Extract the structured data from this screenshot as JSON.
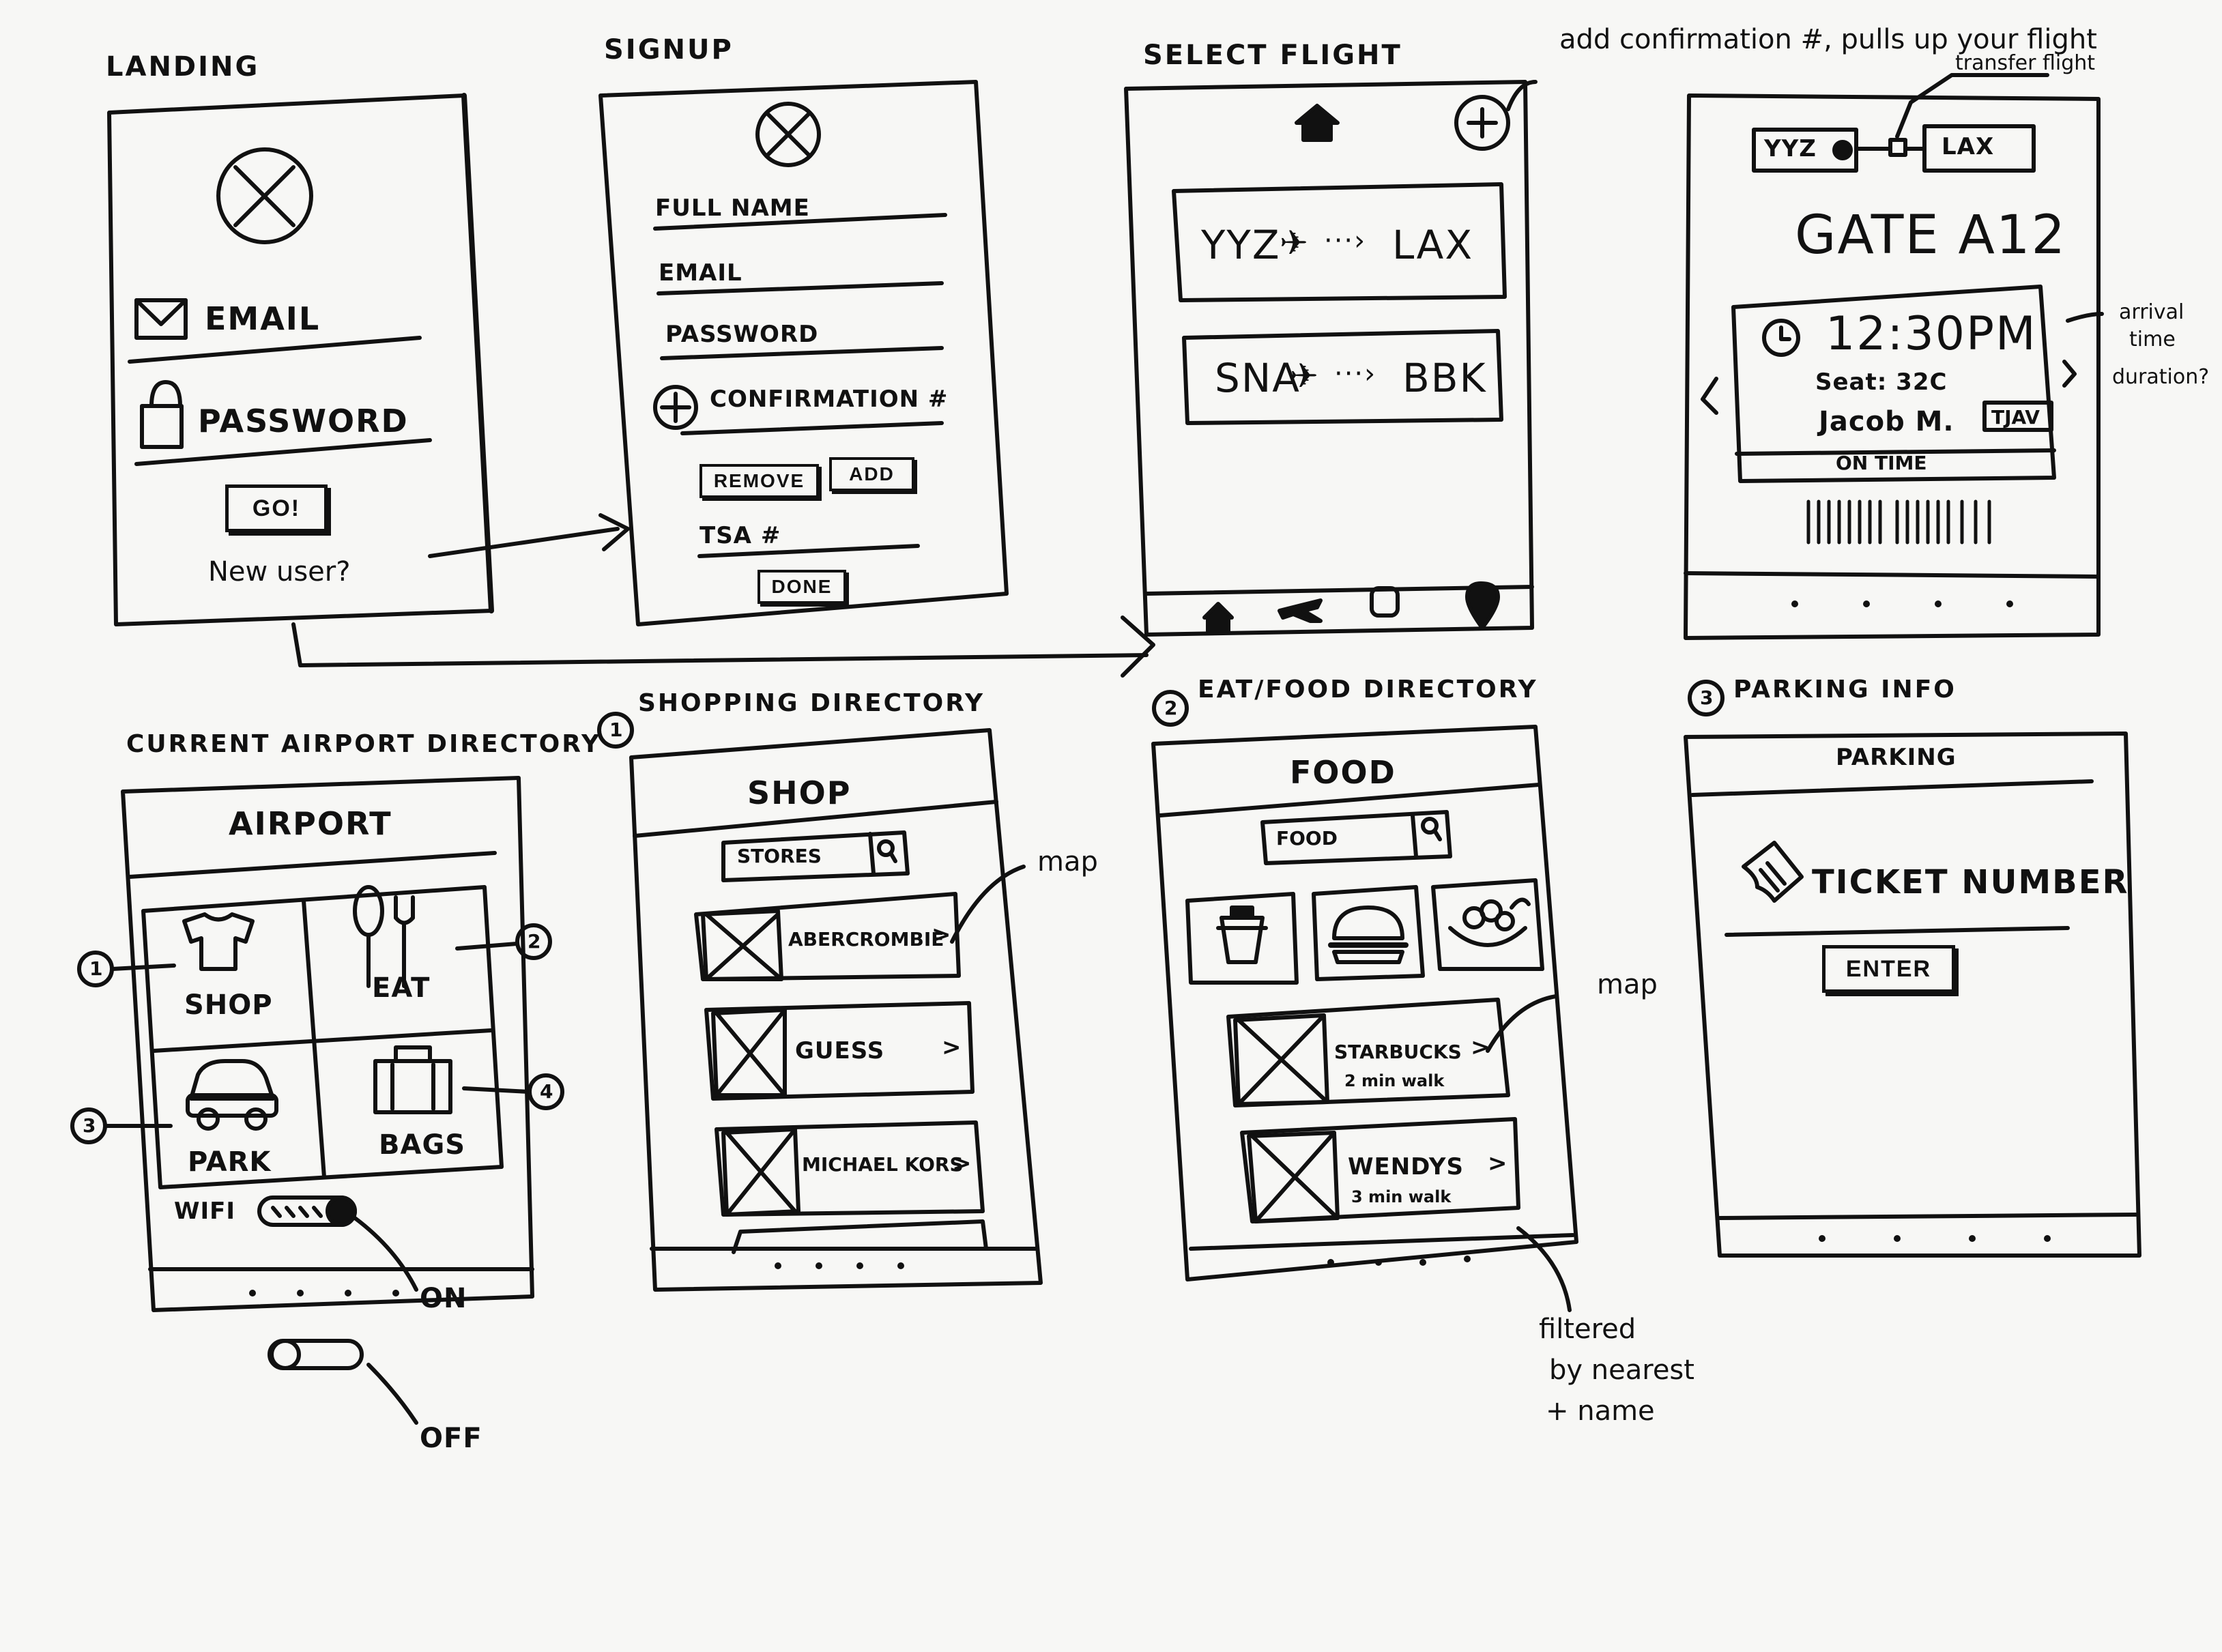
{
  "screens": {
    "landing": {
      "title": "LANDING",
      "email_label": "EMAIL",
      "password_label": "PASSWORD",
      "go_button": "GO!",
      "new_user_link": "New user?"
    },
    "signup": {
      "title": "SIGNUP",
      "full_name_label": "FULL NAME",
      "email_label": "EMAIL",
      "password_label": "PASSWORD",
      "confirmation_label": "CONFIRMATION #",
      "remove_button": "REMOVE",
      "add_button": "ADD",
      "tsa_label": "TSA #",
      "done_button": "DONE"
    },
    "select_flight": {
      "title": "SELECT FLIGHT",
      "annotation": "add confirmation #, pulls up your flight",
      "flights": [
        {
          "origin": "YYZ",
          "destination": "LAX"
        },
        {
          "origin": "SNA",
          "destination": "BBK"
        }
      ]
    },
    "flight_detail": {
      "transfer_note": "transfer flight",
      "origin": "YYZ",
      "destination": "LAX",
      "gate": "GATE A12",
      "time": "12:30PM",
      "seat": "Seat: 32C",
      "passenger": "Jacob M.",
      "code": "TJAV",
      "status": "ON TIME",
      "barcode": "||||||||| ||||||",
      "side_note_1": "arrival",
      "side_note_2": "time",
      "side_note_3": "duration?"
    },
    "airport_directory": {
      "title": "CURRENT AIRPORT DIRECTORY",
      "header": "AIRPORT",
      "tiles": [
        {
          "label": "SHOP",
          "num": "1"
        },
        {
          "label": "EAT",
          "num": "2"
        },
        {
          "label": "PARK",
          "num": "3"
        },
        {
          "label": "BAGS",
          "num": "4"
        }
      ],
      "wifi_label": "WIFI",
      "on_label": "ON",
      "off_label": "OFF"
    },
    "shopping": {
      "title": "SHOPPING DIRECTORY",
      "num": "1",
      "header": "SHOP",
      "search_placeholder": "STORES",
      "map_note": "map",
      "stores": [
        {
          "name": "ABERCROMBIE"
        },
        {
          "name": "GUESS"
        },
        {
          "name": "MICHAEL KORS"
        }
      ]
    },
    "food": {
      "title": "EAT/FOOD DIRECTORY",
      "num": "2",
      "header": "FOOD",
      "search_placeholder": "FOOD",
      "map_note": "map",
      "places": [
        {
          "name": "STARBUCKS",
          "walk": "2 min walk"
        },
        {
          "name": "WENDYS",
          "walk": "3 min walk"
        }
      ],
      "filter_note_1": "filtered",
      "filter_note_2": "by nearest",
      "filter_note_3": "+ name"
    },
    "parking": {
      "title": "PARKING INFO",
      "num": "3",
      "header": "PARKING",
      "ticket_label": "TICKET NUMBER",
      "enter_button": "ENTER"
    }
  },
  "icons": [
    "logo-x-icon",
    "mail-icon",
    "lock-icon",
    "plus-icon",
    "home-icon",
    "plane-icon",
    "bus-icon",
    "location-pin-icon",
    "clock-icon",
    "shirt-icon",
    "spoon-fork-icon",
    "car-icon",
    "suitcase-icon",
    "search-icon",
    "cup-icon",
    "burger-icon",
    "salad-icon",
    "ticket-icon"
  ]
}
